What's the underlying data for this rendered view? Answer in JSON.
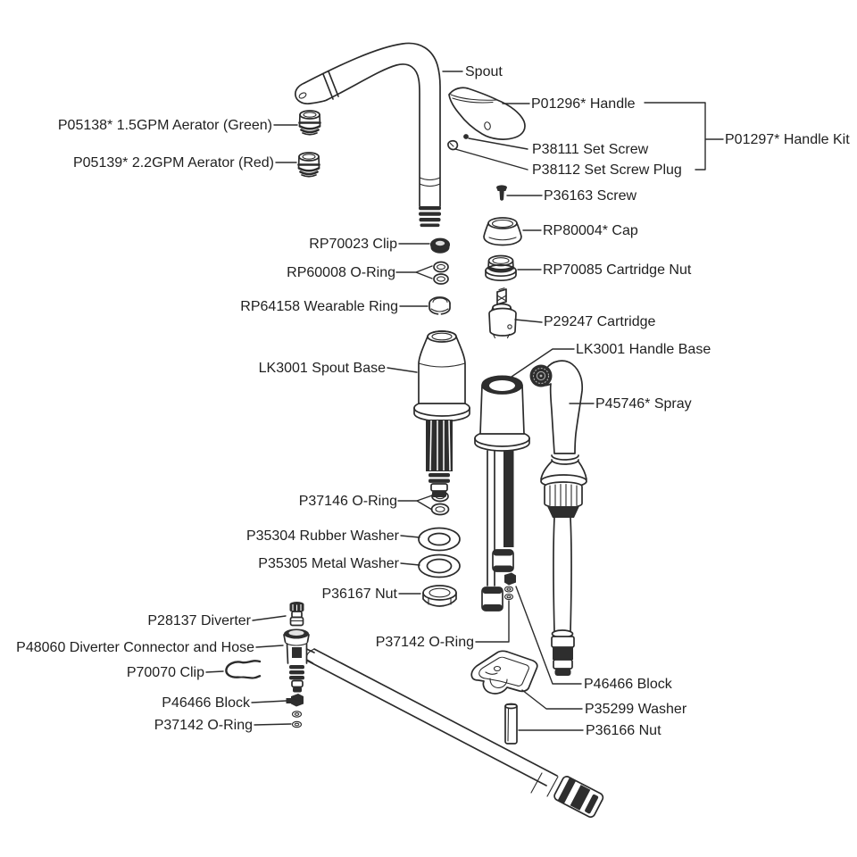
{
  "colors": {
    "ink": "#2b2b2b",
    "background": "#ffffff"
  },
  "labels": {
    "spout": "Spout",
    "aerator_green": "P05138* 1.5GPM Aerator (Green)",
    "aerator_red": "P05139* 2.2GPM Aerator (Red)",
    "handle": "P01296* Handle",
    "handle_kit": "P01297* Handle Kit",
    "set_screw": "P38111 Set Screw",
    "set_screw_plug": "P38112 Set Screw Plug",
    "screw": "P36163 Screw",
    "cap": "RP80004* Cap",
    "clip_rp70023": "RP70023 Clip",
    "oring_rp60008": "RP60008 O-Ring",
    "cartridge_nut": "RP70085 Cartridge Nut",
    "wearable_ring": "RP64158 Wearable Ring",
    "cartridge": "P29247 Cartridge",
    "spout_base": "LK3001 Spout Base",
    "handle_base": "LK3001 Handle Base",
    "spray": "P45746* Spray",
    "oring_p37146": "P37146 O-Ring",
    "rubber_washer": "P35304 Rubber Washer",
    "metal_washer": "P35305 Metal Washer",
    "nut_p36167": "P36167 Nut",
    "diverter": "P28137 Diverter",
    "diverter_connector_hose": "P48060 Diverter Connector and Hose",
    "clip_p70070": "P70070 Clip",
    "block_left": "P46466 Block",
    "oring_left": "P37142 O-Ring",
    "oring_center": "P37142 O-Ring",
    "block_right": "P46466 Block",
    "washer_p35299": "P35299 Washer",
    "nut_p36166": "P36166 Nut"
  }
}
